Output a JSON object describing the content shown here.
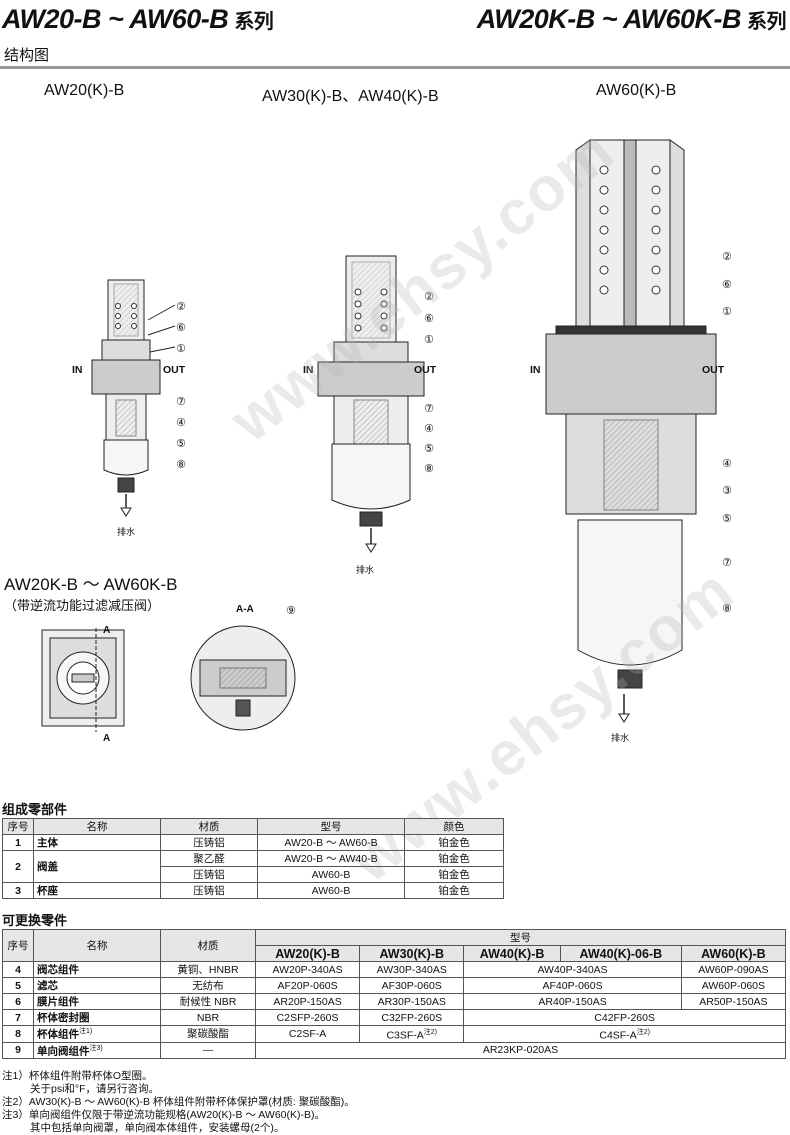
{
  "header": {
    "title_left": "AW20-B ~ AW60-B",
    "title_left_suffix": "系列",
    "title_right": "AW20K-B ~ AW60K-B",
    "title_right_suffix": "系列",
    "subtitle": "结构图"
  },
  "diagrams": {
    "model1": "AW20(K)-B",
    "model2": "AW30(K)-B、AW40(K)-B",
    "model3": "AW60(K)-B",
    "in_label": "IN",
    "out_label": "OUT",
    "drain_label": "排水",
    "k_title": "AW20K-B ～ AW60K-B",
    "k_subtitle": "（带逆流功能过滤减压阀）",
    "section_aa": "A-A",
    "section_a": "A",
    "watermark": "www.ehsy.com",
    "callouts": [
      "①",
      "②",
      "③",
      "④",
      "⑤",
      "⑥",
      "⑦",
      "⑧",
      "⑨"
    ]
  },
  "parts_table": {
    "title": "组成零部件",
    "headers": [
      "序号",
      "名称",
      "材质",
      "型号",
      "颜色"
    ],
    "rows": [
      {
        "no": "1",
        "name": "主体",
        "material": "压铸铝",
        "model": "AW20-B ～ AW60-B",
        "color": "铂金色"
      },
      {
        "no": "2",
        "name": "阀盖",
        "material": "聚乙醛",
        "model": "AW20-B ～ AW40-B",
        "color": "铂金色"
      },
      {
        "no": "",
        "name": "",
        "material": "压铸铝",
        "model": "AW60-B",
        "color": "铂金色"
      },
      {
        "no": "3",
        "name": "杯座",
        "material": "压铸铝",
        "model": "AW60-B",
        "color": "铂金色"
      }
    ]
  },
  "replace_table": {
    "title": "可更换零件",
    "headers": [
      "序号",
      "名称",
      "材质",
      "型号"
    ],
    "models": [
      "AW20(K)-B",
      "AW30(K)-B",
      "AW40(K)-B",
      "AW40(K)-06-B",
      "AW60(K)-B"
    ],
    "rows": [
      {
        "no": "4",
        "name": "阀芯组件",
        "material": "黄铜、HNBR",
        "c1": "AW20P-340AS",
        "c2": "AW30P-340AS",
        "c34": "AW40P-340AS",
        "c5": "AW60P-090AS"
      },
      {
        "no": "5",
        "name": "滤芯",
        "material": "无纺布",
        "c1": "AF20P-060S",
        "c2": "AF30P-060S",
        "c34": "AF40P-060S",
        "c5": "AW60P-060S"
      },
      {
        "no": "6",
        "name": "膜片组件",
        "material": "耐候性 NBR",
        "c1": "AR20P-150AS",
        "c2": "AR30P-150AS",
        "c34": "AR40P-150AS",
        "c5": "AR50P-150AS"
      },
      {
        "no": "7",
        "name": "杯体密封圈",
        "material": "NBR",
        "c1": "C2SFP-260S",
        "c2": "C32FP-260S",
        "c345": "C42FP-260S"
      },
      {
        "no": "8",
        "name": "杯体组件",
        "name_sup": "注1)",
        "material": "聚碳酸酯",
        "c1": "C2SF-A",
        "c2": "C3SF-A",
        "c2_sup": "注2)",
        "c345": "C4SF-A",
        "c345_sup": "注2)"
      },
      {
        "no": "9",
        "name": "单向阀组件",
        "name_sup": "注3)",
        "material": "—",
        "c_all": "AR23KP-020AS"
      }
    ]
  },
  "notes": [
    "注1）杯体组件附带杯体O型圈。",
    "关于psi和°F，请另行咨询。",
    "注2）AW30(K)-B ～ AW60(K)-B 杯体组件附带杯体保护罩(材质: 聚碳酸酯)。",
    "注3）单向阀组件仅限于带逆流功能规格(AW20(K)-B ～ AW60(K)-B)。",
    "其中包括单向阀罩，单向阀本体组件，安装螺母(2个)。"
  ]
}
